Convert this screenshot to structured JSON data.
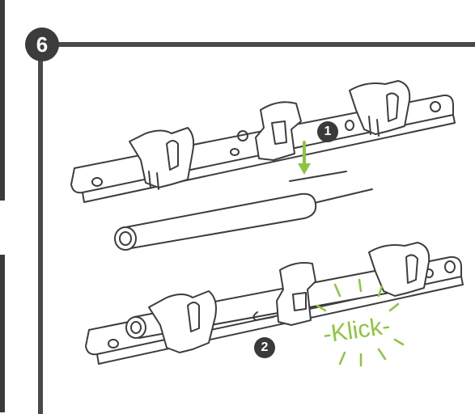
{
  "step": {
    "number": "6"
  },
  "callouts": [
    {
      "label": "1"
    },
    {
      "label": "2"
    }
  ],
  "sound_effect": {
    "text": "-Klick-"
  },
  "colors": {
    "line": "#3d3d3d",
    "accent": "#8cc63f",
    "frame": "#4a4a4a"
  }
}
